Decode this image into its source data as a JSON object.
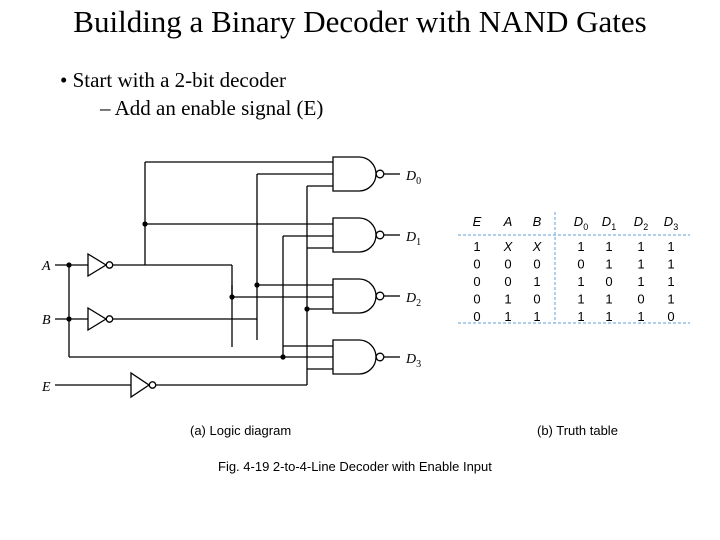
{
  "slide": {
    "title": "Building a Binary Decoder with NAND Gates",
    "bullet": "• Start with a 2-bit decoder",
    "sub_bullet": "– Add an enable signal (E)"
  },
  "diagram": {
    "inputs": [
      {
        "letter": "A"
      },
      {
        "letter": "B"
      },
      {
        "letter": "E"
      }
    ],
    "outputs": [
      {
        "letter": "D",
        "sub": "0"
      },
      {
        "letter": "D",
        "sub": "1"
      },
      {
        "letter": "D",
        "sub": "2"
      },
      {
        "letter": "D",
        "sub": "3"
      }
    ],
    "caption_a": "(a) Logic diagram",
    "caption_b": "(b) Truth table",
    "figure_caption": "Fig. 4-19  2-to-4-Line Decoder with Enable Input"
  },
  "truth_table": {
    "headers": [
      {
        "letter": "E",
        "sub": ""
      },
      {
        "letter": "A",
        "sub": ""
      },
      {
        "letter": "B",
        "sub": ""
      },
      {
        "letter": "D",
        "sub": "0"
      },
      {
        "letter": "D",
        "sub": "1"
      },
      {
        "letter": "D",
        "sub": "2"
      },
      {
        "letter": "D",
        "sub": "3"
      }
    ],
    "rows": [
      [
        "1",
        "X",
        "X",
        "1",
        "1",
        "1",
        "1"
      ],
      [
        "0",
        "0",
        "0",
        "0",
        "1",
        "1",
        "1"
      ],
      [
        "0",
        "0",
        "1",
        "1",
        "0",
        "1",
        "1"
      ],
      [
        "0",
        "1",
        "0",
        "1",
        "1",
        "0",
        "1"
      ],
      [
        "0",
        "1",
        "1",
        "1",
        "1",
        "1",
        "0"
      ]
    ],
    "italic_values": [
      "X"
    ],
    "grid_color": "#7fb2e0"
  }
}
